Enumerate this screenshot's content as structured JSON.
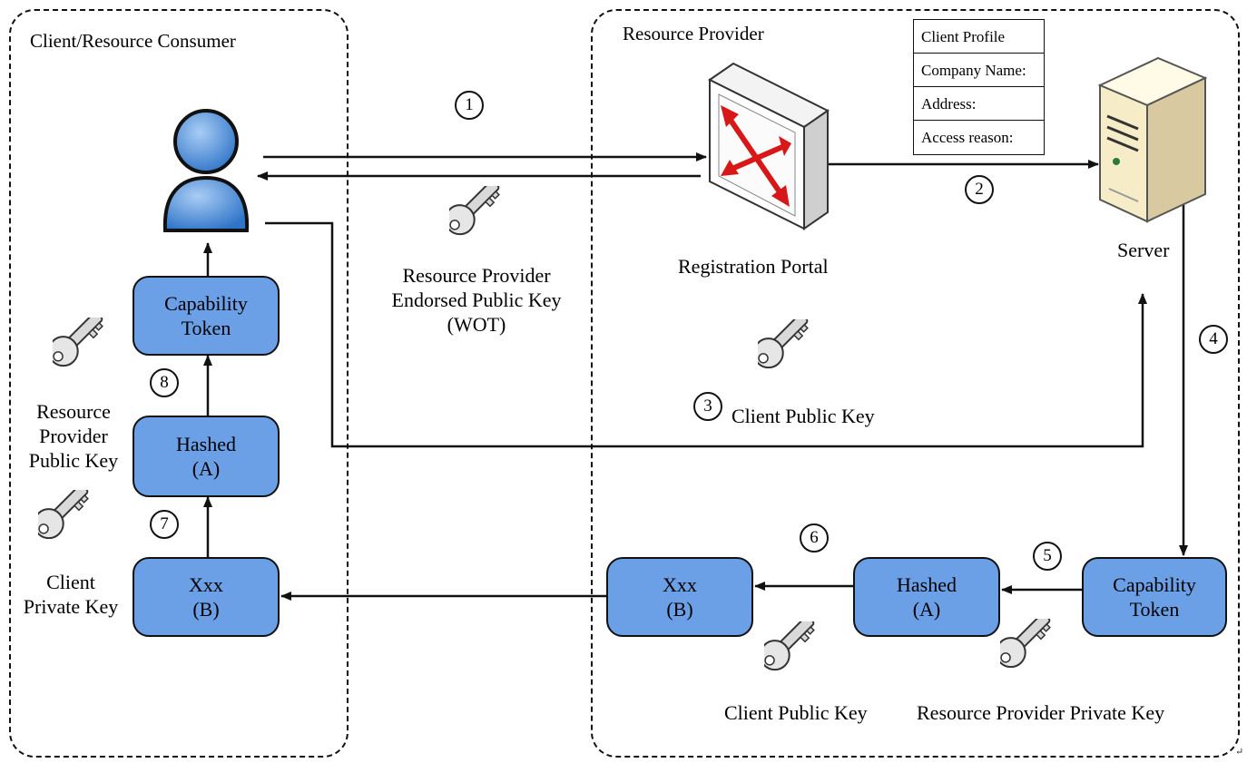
{
  "zones": {
    "consumer": {
      "title": "Client/Resource Consumer"
    },
    "provider": {
      "title": "Resource Provider"
    }
  },
  "profile": {
    "rows": [
      "Client Profile",
      "Company Name:",
      "Address:",
      "Access reason:"
    ]
  },
  "nodes": {
    "registration_portal": "Registration Portal",
    "server": "Server"
  },
  "consumer_boxes": {
    "capability_token": [
      "Capability",
      "Token"
    ],
    "hashed": [
      "Hashed",
      "(A)"
    ],
    "xxx": [
      "Xxx",
      "(B)"
    ]
  },
  "provider_boxes": {
    "capability_token": [
      "Capability",
      "Token"
    ],
    "hashed": [
      "Hashed",
      "(A)"
    ],
    "xxx": [
      "Xxx",
      "(B)"
    ]
  },
  "key_labels": {
    "endorsed": [
      "Resource Provider",
      "Endorsed Public Key",
      "(WOT)"
    ],
    "client_public_mid": "Client Public Key",
    "rp_public": [
      "Resource",
      "Provider",
      "Public Key"
    ],
    "client_private": [
      "Client",
      "Private Key"
    ],
    "client_public_bottom": "Client Public Key",
    "rp_private": "Resource Provider Private Key"
  },
  "steps": [
    "1",
    "2",
    "3",
    "4",
    "5",
    "6",
    "7",
    "8"
  ],
  "icons": {
    "user": "user-icon",
    "router": "router-icon",
    "server": "server-icon",
    "key": "key-icon"
  },
  "colors": {
    "box_fill": "#6b9fe6",
    "user_fill": "#4d8fd8",
    "router_arrows": "#e02020"
  },
  "corner_mark": "↵"
}
